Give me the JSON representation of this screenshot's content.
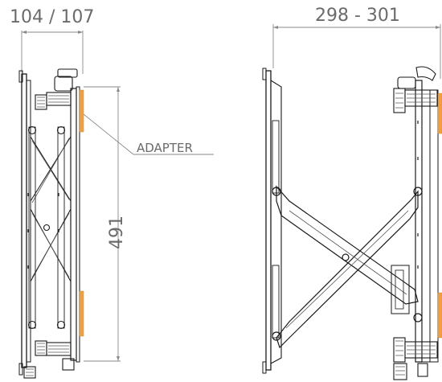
{
  "figure": {
    "dimensions": {
      "depth_label": "104 / 107",
      "width_label": "298 - 301",
      "height_label": "491",
      "adapter_label": "ADAPTER"
    },
    "colors": {
      "line": "#1a1a1a",
      "dimension": "#8a8a8a",
      "label": "#6b6b6b",
      "adapter": "#f0a042"
    }
  }
}
